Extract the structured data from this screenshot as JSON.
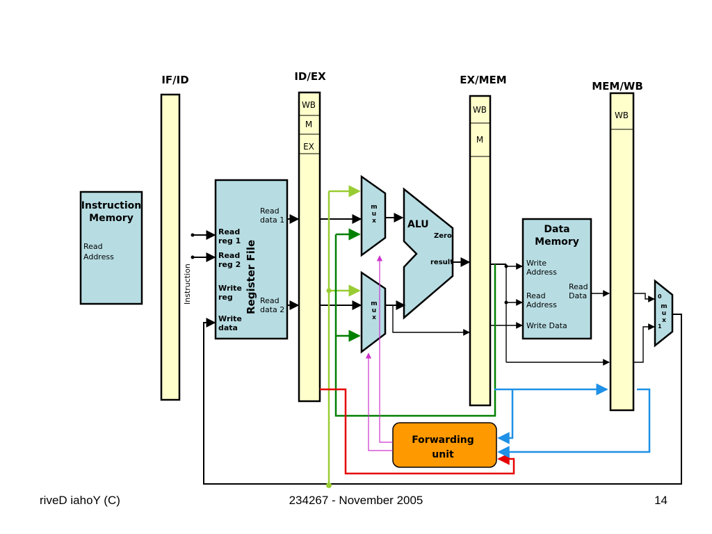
{
  "pipeline_registers": {
    "if_id": "IF/ID",
    "id_ex": "ID/EX",
    "ex_mem": "EX/MEM",
    "mem_wb": "MEM/WB"
  },
  "control_fields": {
    "wb": "WB",
    "m": "M",
    "ex": "EX"
  },
  "instruction_memory": {
    "title_line1": "Instruction",
    "title_line2": "Memory",
    "read_line1": "Read",
    "read_line2": "Address"
  },
  "instruction_label": "Instruction",
  "register_file": {
    "title": "Register File",
    "read_reg1_line1": "Read",
    "read_reg1_line2": "reg 1",
    "read_reg2_line1": "Read",
    "read_reg2_line2": "reg 2",
    "write_reg_line1": "Write",
    "write_reg_line2": "reg",
    "write_data_line1": "Write",
    "write_data_line2": "data",
    "read_data1_line1": "Read",
    "read_data1_line2": "data 1",
    "read_data2_line1": "Read",
    "read_data2_line2": "data 2"
  },
  "mux": {
    "letters": [
      "m",
      "u",
      "x"
    ],
    "in0": "0",
    "in1": "1"
  },
  "alu": {
    "title": "ALU",
    "zero": "Zero",
    "result": "result"
  },
  "data_memory": {
    "title_line1": "Data",
    "title_line2": "Memory",
    "write_addr_line1": "Write",
    "write_addr_line2": "Address",
    "read_addr_line1": "Read",
    "read_addr_line2": "Address",
    "write_data": "Write Data",
    "read_data_line1": "Read",
    "read_data_line2": "Data"
  },
  "forwarding_unit": {
    "line1": "Forwarding",
    "line2": "unit"
  },
  "footer": {
    "left": "riveD iahoY  (C)",
    "center": "234267 - November 2005",
    "right": "14"
  },
  "colors": {
    "block_fill": "#b7dde3",
    "pipe_fill": "#ffffcc",
    "forwarding_fill": "#ff9900",
    "green_light": "#99cc33",
    "green_dark": "#008000",
    "red": "#e60000",
    "blue": "#1e90e6",
    "magenta": "#cc33cc"
  }
}
